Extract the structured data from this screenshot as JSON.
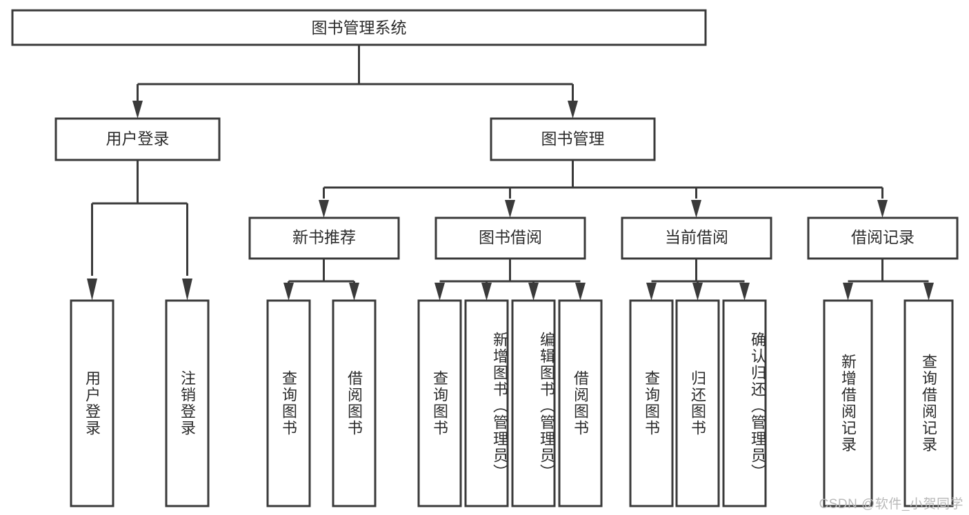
{
  "diagram": {
    "type": "tree-hierarchy-chart",
    "title": "图书管理系统",
    "root": {
      "id": "root",
      "label": "图书管理系统"
    },
    "level2": [
      {
        "id": "user-login",
        "label": "用户登录"
      },
      {
        "id": "book-manage",
        "label": "图书管理"
      }
    ],
    "level3": [
      {
        "id": "new-book-recommend",
        "label": "新书推荐",
        "parent": "book-manage"
      },
      {
        "id": "book-borrow",
        "label": "图书借阅",
        "parent": "book-manage"
      },
      {
        "id": "current-borrow",
        "label": "当前借阅",
        "parent": "book-manage"
      },
      {
        "id": "borrow-record",
        "label": "借阅记录",
        "parent": "book-manage"
      }
    ],
    "leaves": [
      {
        "id": "leaf-user-login",
        "label": "用户登录",
        "parent": "user-login"
      },
      {
        "id": "leaf-logout-login",
        "label": "注销登录",
        "parent": "user-login"
      },
      {
        "id": "leaf-query-book-1",
        "label": "查询图书",
        "parent": "new-book-recommend"
      },
      {
        "id": "leaf-borrow-book-1",
        "label": "借阅图书",
        "parent": "new-book-recommend"
      },
      {
        "id": "leaf-query-book-2",
        "label": "查询图书",
        "parent": "book-borrow"
      },
      {
        "id": "leaf-add-book",
        "label": "新增图书（管理员）",
        "parent": "book-borrow"
      },
      {
        "id": "leaf-edit-book",
        "label": "编辑图书（管理员）",
        "parent": "book-borrow"
      },
      {
        "id": "leaf-borrow-book-2",
        "label": "借阅图书",
        "parent": "book-borrow"
      },
      {
        "id": "leaf-query-book-3",
        "label": "查询图书",
        "parent": "current-borrow"
      },
      {
        "id": "leaf-return-book",
        "label": "归还图书",
        "parent": "current-borrow"
      },
      {
        "id": "leaf-confirm-return",
        "label": "确认归还（管理员）",
        "parent": "current-borrow"
      },
      {
        "id": "leaf-add-record",
        "label": "新增借阅记录",
        "parent": "borrow-record"
      },
      {
        "id": "leaf-query-record",
        "label": "查询借阅记录",
        "parent": "borrow-record"
      }
    ],
    "colors": {
      "box_stroke": "#3a3a3a",
      "box_fill": "#ffffff",
      "text": "#2b2b2b",
      "connector": "#3a3a3a",
      "watermark": "#b9b9b9",
      "background": "#ffffff"
    }
  },
  "watermark": {
    "text": "CSDN @软件_小贺同学"
  }
}
